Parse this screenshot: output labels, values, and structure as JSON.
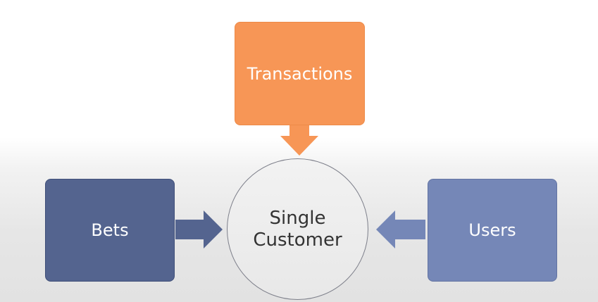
{
  "diagram": {
    "nodes": {
      "transactions": {
        "label": "Transactions",
        "color": "#f79656"
      },
      "bets": {
        "label": "Bets",
        "color": "#54648f"
      },
      "users": {
        "label": "Users",
        "color": "#7587b7"
      },
      "center": {
        "line1": "Single",
        "line2": "Customer"
      }
    },
    "edges": [
      {
        "from": "Transactions",
        "to": "Single Customer",
        "color": "#f79656"
      },
      {
        "from": "Bets",
        "to": "Single Customer",
        "color": "#54648f"
      },
      {
        "from": "Users",
        "to": "Single Customer",
        "color": "#7587b7"
      }
    ]
  }
}
